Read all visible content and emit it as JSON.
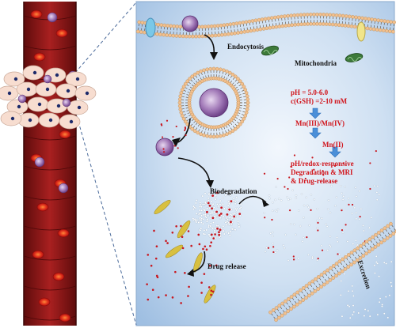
{
  "labels": {
    "endocytosis": "Endocytosis",
    "mitochondria": "Mitochondria",
    "ph": "pH = 5.0-6.0",
    "gsh": "c(GSH) =2-10 mM",
    "mn_high": "Mn(III)/Mn(IV)",
    "mn_low": "Mn(II)",
    "responsive_1": "pH/redox-responsive",
    "responsive_2": "Degradation & MRI",
    "responsive_3": "& Drug-release",
    "biodegradation": "Biodegradation",
    "drug_release": "Drug release",
    "excretion": "Excretion"
  },
  "colors": {
    "panel_bg": "#b9d2ec",
    "vessel_dark": "#7a1212",
    "vessel": "#a11d1d",
    "rbc": "#e02a1b",
    "lipid_head": "#f2c08e",
    "nanoparticle": "#8a5aa0",
    "mito": "#3d7a3a",
    "arrow": "#4a8fd8",
    "drug": "#c81820"
  }
}
